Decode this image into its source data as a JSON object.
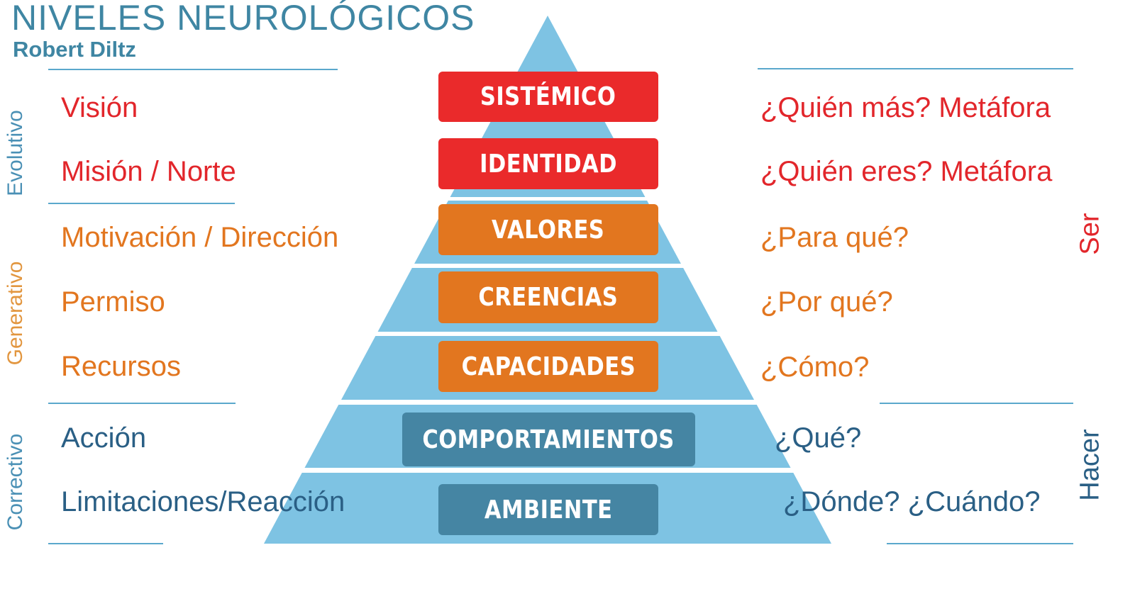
{
  "header": {
    "title": "NIVELES NEUROLÓGICOS",
    "subtitle": "Robert Diltz"
  },
  "colors": {
    "red": "#ea2a2b",
    "orange": "#e2761f",
    "dark_blue": "#2a5f85",
    "box_blue": "#4585a3",
    "pyramid": "#7ec3e3",
    "title": "#3f86a3"
  },
  "groups_left": [
    "Evolutivo",
    "Generativo",
    "Correctivo"
  ],
  "groups_right": [
    "Ser",
    "Hacer"
  ],
  "levels": [
    {
      "name": "SISTÉMICO",
      "left": "Visión",
      "right": "¿Quién más? Metáfora"
    },
    {
      "name": "IDENTIDAD",
      "left": "Misión /  Norte",
      "right": "¿Quién eres? Metáfora"
    },
    {
      "name": "VALORES",
      "left": "Motivación / Dirección",
      "right": "¿Para qué?"
    },
    {
      "name": "CREENCIAS",
      "left": "Permiso",
      "right": "¿Por qué?"
    },
    {
      "name": "CAPACIDADES",
      "left": "Recursos",
      "right": "¿Cómo?"
    },
    {
      "name": "COMPORTAMIENTOS",
      "left": "Acción",
      "right": "¿Qué?"
    },
    {
      "name": "AMBIENTE",
      "left": "Limitaciones/Reacción",
      "right": "¿Dónde? ¿Cuándo?"
    }
  ]
}
